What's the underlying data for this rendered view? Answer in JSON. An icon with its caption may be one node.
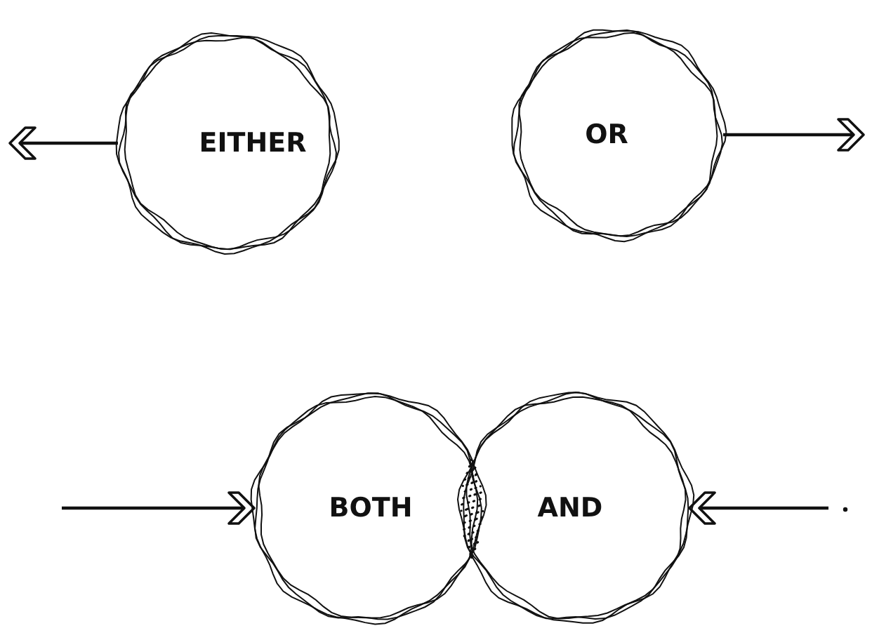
{
  "diagram": {
    "nodes": [
      {
        "text": [
          "EITHER"
        ]
      },
      {
        "text": [
          "OR"
        ]
      },
      {
        "text": [
          "BOTH"
        ]
      },
      {
        "text": [
          "AND"
        ]
      }
    ],
    "edges": [
      {
        "from": 0,
        "to": null,
        "arrow": "to"
      },
      {
        "from": 1,
        "to": null,
        "arrow": "to"
      },
      {
        "from": null,
        "to": 2,
        "arrow": "to"
      },
      {
        "from": null,
        "to": 3,
        "arrow": "to"
      }
    ]
  }
}
